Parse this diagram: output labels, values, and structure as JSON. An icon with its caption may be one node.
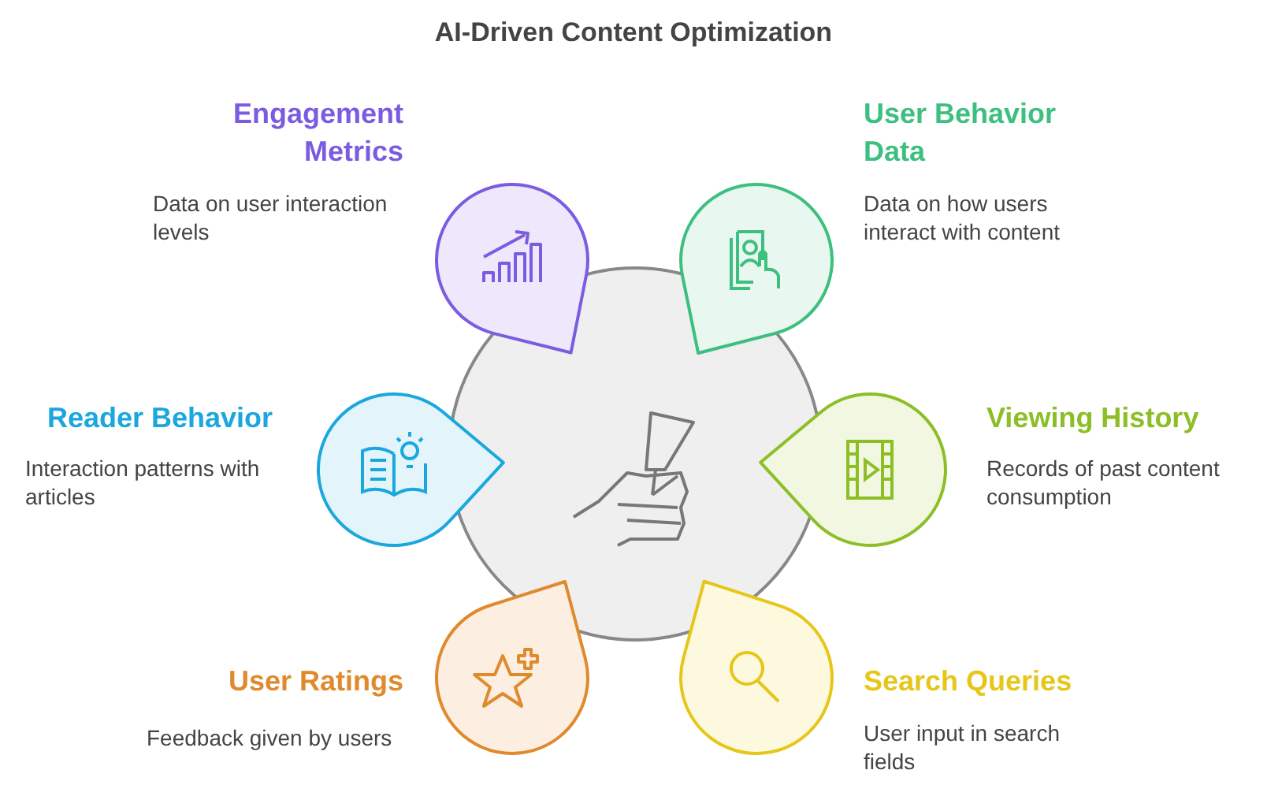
{
  "diagram": {
    "title": "AI-Driven Content Optimization",
    "nodes": [
      {
        "text": [],
        "shape": "circle"
      },
      {
        "text": [
          "Engagement Metrics",
          "Data on user interaction levels"
        ]
      },
      {
        "text": [
          "User Behavior Data",
          "Data on how users interact with content"
        ]
      },
      {
        "text": [
          "Reader Behavior",
          "Interaction patterns with articles"
        ]
      },
      {
        "text": [
          "Viewing History",
          "Records of past content consumption"
        ]
      },
      {
        "text": [
          "User Ratings",
          "Feedback given by users"
        ]
      },
      {
        "text": [
          "Search Queries",
          "User input in search fields"
        ]
      }
    ]
  }
}
